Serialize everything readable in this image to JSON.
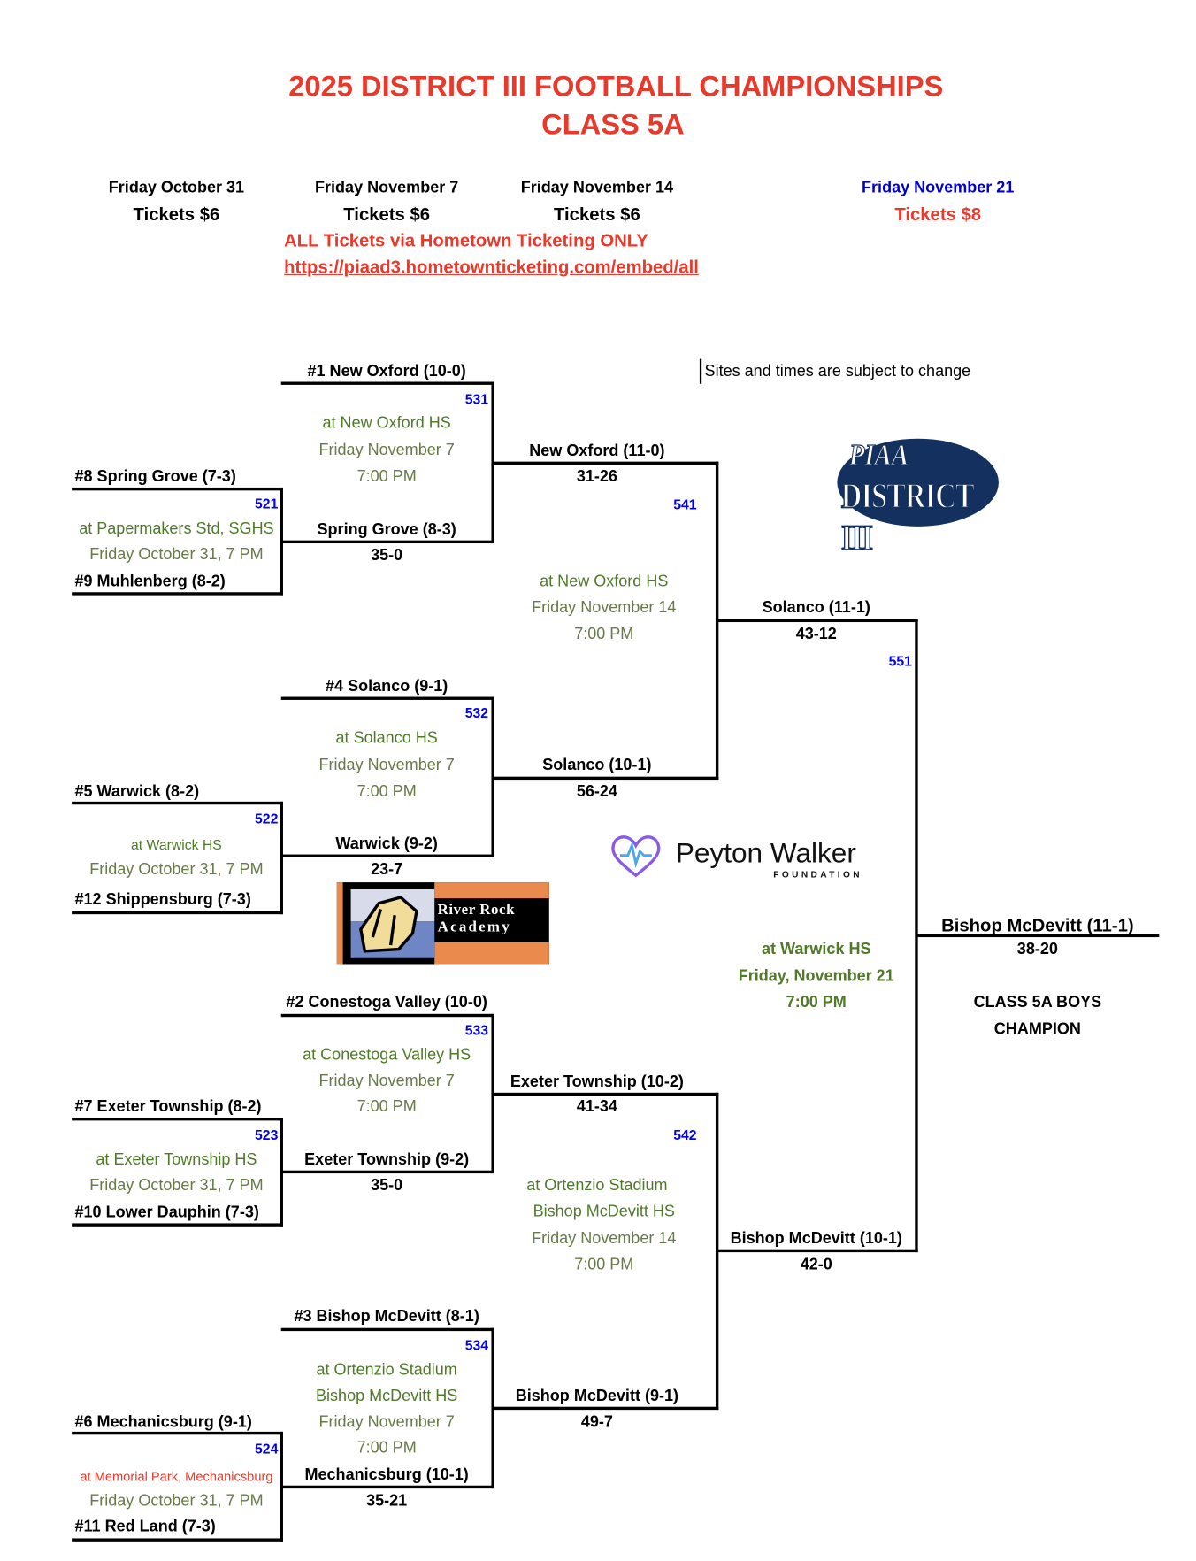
{
  "header": {
    "title": "2025 DISTRICT III FOOTBALL CHAMPIONSHIPS",
    "subtitle": "CLASS 5A",
    "rounds": [
      {
        "date": "Friday October 31",
        "tickets": "Tickets $6"
      },
      {
        "date": "Friday November 7",
        "tickets": "Tickets $6"
      },
      {
        "date": "Friday November 14",
        "tickets": "Tickets $6"
      },
      {
        "date": "Friday November 21",
        "tickets": "Tickets $8"
      }
    ],
    "ticket_note": "ALL Tickets via Hometown Ticketing ONLY",
    "ticket_url": "https://piaad3.hometownticketing.com/embed/all",
    "disclaimer": "Sites and times are subject to change"
  },
  "colors": {
    "title": "#e8392b",
    "game_number": "#0000ee",
    "venue": "#4f7a28",
    "final_date": "#0000cc"
  },
  "round1": [
    {
      "game": "521",
      "top": "#8 Spring Grove (7-3)",
      "venue": "at Papermakers Std, SGHS",
      "when": "Friday October 31, 7 PM",
      "bottom": "#9 Muhlenberg (8-2)"
    },
    {
      "game": "522",
      "top": "#5 Warwick (8-2)",
      "venue": "at Warwick HS",
      "when": "Friday October 31, 7 PM",
      "bottom": "#12 Shippensburg (7-3)"
    },
    {
      "game": "523",
      "top": "#7 Exeter Township (8-2)",
      "venue": "at Exeter Township HS",
      "when": "Friday October 31, 7 PM",
      "bottom": "#10 Lower Dauphin (7-3)"
    },
    {
      "game": "524",
      "top": "#6 Mechanicsburg (9-1)",
      "venue": "at Memorial Park, Mechanicsburg",
      "when": "Friday October 31, 7 PM",
      "bottom": "#11 Red Land (7-3)"
    }
  ],
  "round2": [
    {
      "game": "531",
      "top": "#1 New Oxford (10-0)",
      "venue": [
        "at New Oxford HS"
      ],
      "date": "Friday November 7",
      "time": "7:00 PM",
      "bottom": "Spring Grove (8-3)",
      "bottom_score": "35-0"
    },
    {
      "game": "532",
      "top": "#4 Solanco (9-1)",
      "venue": [
        "at Solanco HS"
      ],
      "date": "Friday November 7",
      "time": "7:00 PM",
      "bottom": "Warwick (9-2)",
      "bottom_score": "23-7"
    },
    {
      "game": "533",
      "top": "#2 Conestoga Valley (10-0)",
      "venue": [
        "at Conestoga Valley HS"
      ],
      "date": "Friday November 7",
      "time": "7:00 PM",
      "bottom": "Exeter Township (9-2)",
      "bottom_score": "35-0"
    },
    {
      "game": "534",
      "top": "#3 Bishop McDevitt (8-1)",
      "venue": [
        "at Ortenzio Stadium",
        "Bishop McDevitt HS"
      ],
      "date": "Friday November 7",
      "time": "7:00 PM",
      "bottom": "Mechanicsburg (10-1)",
      "bottom_score": "35-21"
    }
  ],
  "round3": [
    {
      "game": "541",
      "top": "New Oxford (11-0)",
      "top_score": "31-26",
      "venue": [
        "at New Oxford HS"
      ],
      "date": "Friday November 14",
      "time": "7:00 PM",
      "bottom": "Solanco (10-1)",
      "bottom_score": "56-24"
    },
    {
      "game": "542",
      "top": "Exeter Township (10-2)",
      "top_score": "41-34",
      "venue": [
        "at Ortenzio Stadium",
        "Bishop McDevitt HS"
      ],
      "date": "Friday November 14",
      "time": "7:00 PM",
      "bottom": "Bishop McDevitt (9-1)",
      "bottom_score": "49-7"
    }
  ],
  "final": {
    "game": "551",
    "top": "Solanco (11-1)",
    "top_score": "43-12",
    "venue": "at Warwick HS",
    "date": "Friday, November 21",
    "time": "7:00 PM",
    "bottom": "Bishop McDevitt (10-1)",
    "bottom_score": "42-0",
    "champion": "Bishop McDevitt (11-1)",
    "champion_score": "38-20",
    "champion_label_1": "CLASS 5A BOYS",
    "champion_label_2": "CHAMPION"
  },
  "logos": {
    "piaa": {
      "line1": "PIAA",
      "line2": "DISTRICT",
      "line3": "III"
    },
    "peyton": {
      "name": "Peyton Walker",
      "sub": "FOUNDATION"
    },
    "riverrock": {
      "line1": "River Rock",
      "line2": "Academy"
    }
  }
}
